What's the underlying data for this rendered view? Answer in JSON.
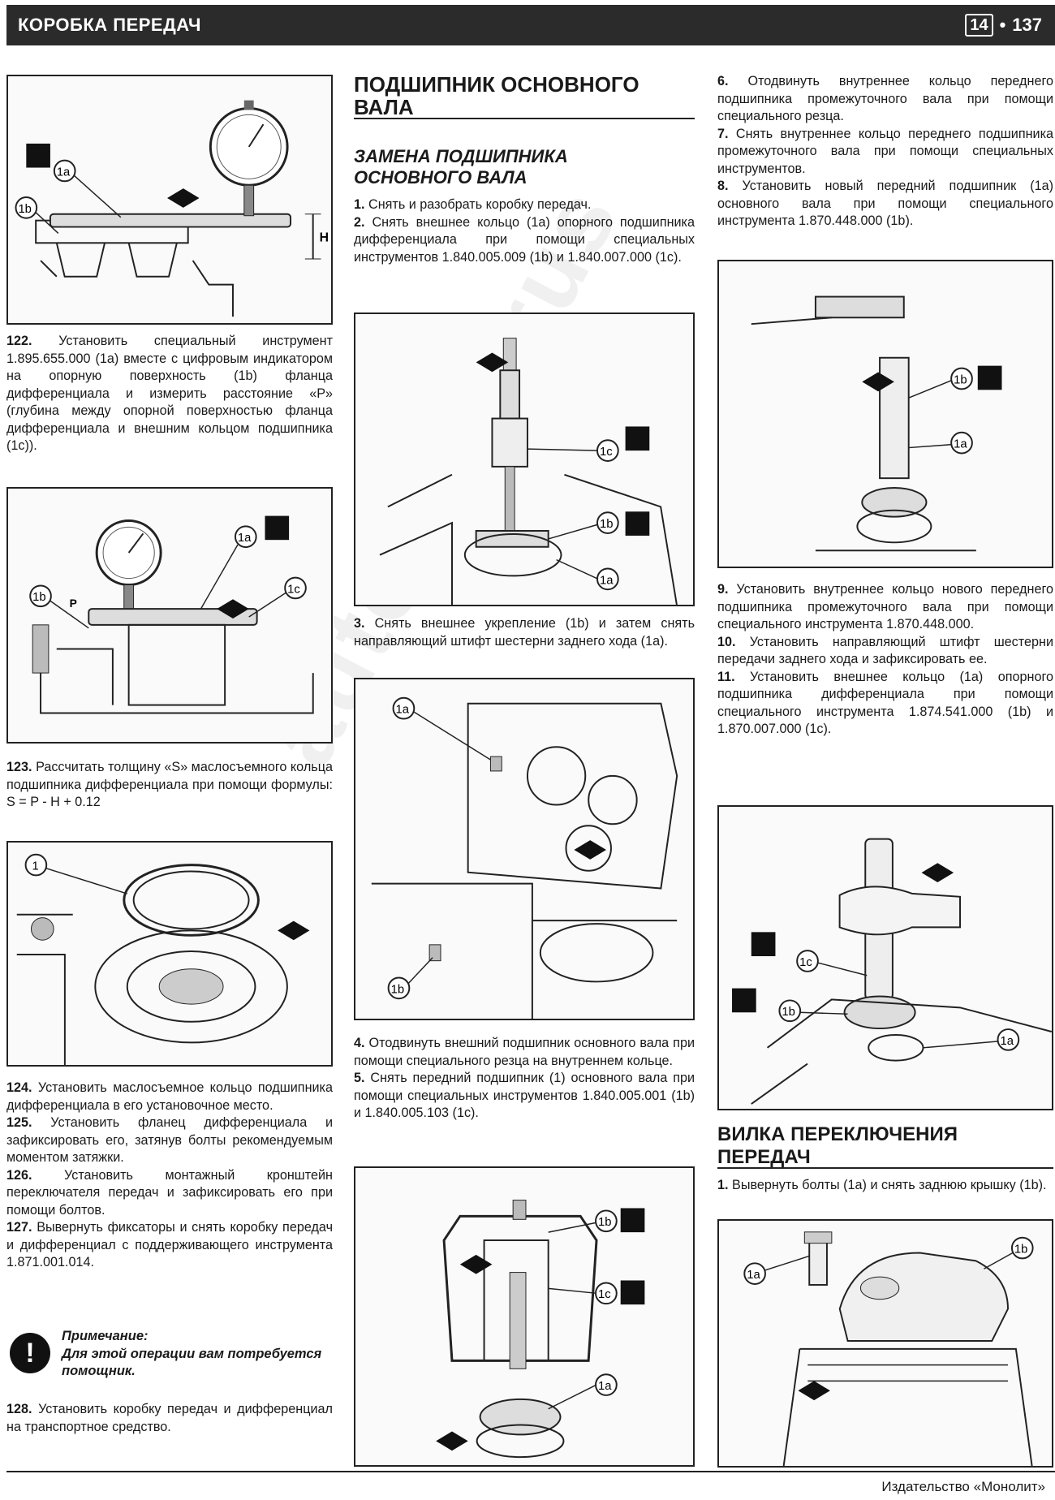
{
  "header": {
    "section": "КОРОБКА ПЕРЕДАЧ",
    "chapter": "14",
    "bullet": "•",
    "page": "137"
  },
  "watermark": "autopapyrus",
  "col1": {
    "step122_num": "122.",
    "step122": "Установить специальный инструмент 1.895.655.000 (1a) вместе с цифровым индикатором на опорную поверхность (1b) фланца дифференциала и измерить расстояние «P» (глубина между опорной поверхностью фланца дифференциала и внешним кольцом подшипника (1c)).",
    "step123_num": "123.",
    "step123": "Рассчитать толщину «S» маслосъемного кольца подшипника дифференциала при помощи формулы: S = P - H + 0.12",
    "step124_num": "124.",
    "step124": "Установить маслосъемное кольцо подшипника дифференциала в его установочное место.",
    "step125_num": "125.",
    "step125": "Установить фланец дифференциала и зафиксировать его, затянув болты рекомендуемым моментом затяжки.",
    "step126_num": "126.",
    "step126": "Установить монтажный кронштейн переключателя передач и зафиксировать его при помощи болтов.",
    "step127_num": "127.",
    "step127": "Вывернуть фиксаторы и снять коробку передач и дифференциал с поддерживающего инструмента 1.871.001.014.",
    "note_title": "Примечание:",
    "note_text": "Для этой операции вам потребуется помощник.",
    "step128_num": "128.",
    "step128": "Установить коробку передач и дифференциал на транспортное средство."
  },
  "col2": {
    "heading": "ПОДШИПНИК ОСНОВНОГО ВАЛА",
    "subheading": "ЗАМЕНА ПОДШИПНИКА ОСНОВНОГО ВАЛА",
    "step1_num": "1.",
    "step1": "Снять и разобрать коробку передач.",
    "step2_num": "2.",
    "step2": "Снять внешнее кольцо (1a) опорного подшипника дифференциала при помощи специальных инструментов 1.840.005.009 (1b) и 1.840.007.000 (1c).",
    "step3_num": "3.",
    "step3": "Снять внешнее укрепление (1b) и затем снять направляющий штифт шестерни заднего хода (1a).",
    "step4_num": "4.",
    "step4": "Отодвинуть внешний подшипник основного вала при помощи специального резца на внутреннем кольце.",
    "step5_num": "5.",
    "step5": "Снять передний подшипник (1) основного вала при помощи специальных инструментов 1.840.005.001 (1b) и 1.840.005.103 (1c)."
  },
  "col3": {
    "step6_num": "6.",
    "step6": "Отодвинуть внутреннее кольцо переднего подшипника промежуточного вала при помощи специального резца.",
    "step7_num": "7.",
    "step7": "Снять внутреннее кольцо переднего подшипника промежуточного вала при помощи специальных инструментов.",
    "step8_num": "8.",
    "step8": "Установить новый передний подшипник (1a) основного вала при помощи специального инструмента 1.870.448.000 (1b).",
    "step9_num": "9.",
    "step9": "Установить внутреннее кольцо нового переднего подшипника промежуточного вала при помощи специального инструмента 1.870.448.000.",
    "step10_num": "10.",
    "step10": "Установить направляющий штифт шестерни передачи заднего хода и зафиксировать ее.",
    "step11_num": "11.",
    "step11": "Установить внешнее кольцо (1a) опорного подшипника дифференциала при помощи специального инструмента 1.874.541.000 (1b) и 1.870.007.000 (1c).",
    "heading": "ВИЛКА ПЕРЕКЛЮЧЕНИЯ ПЕРЕДАЧ",
    "step1_num": "1.",
    "step1": "Вывернуть болты (1a) и снять заднюю крышку (1b)."
  },
  "labels": {
    "l1a": "1a",
    "l1b": "1b",
    "l1c": "1c",
    "l1": "1",
    "H": "H",
    "P": "P"
  },
  "footer": "Издательство «Монолит»"
}
